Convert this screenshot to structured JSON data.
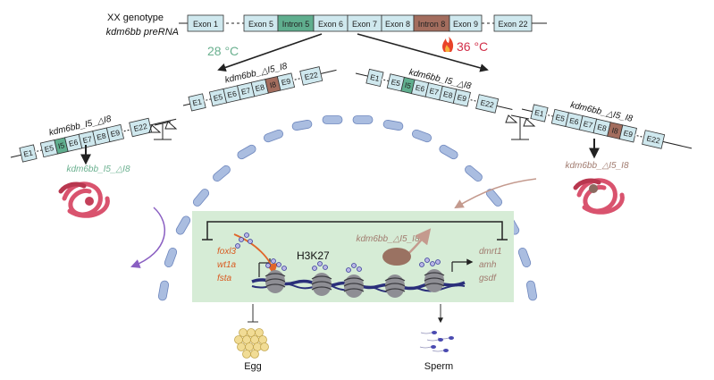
{
  "header": {
    "genotype_line1": "XX genotype",
    "genotype_line2": "kdm6bb preRNA",
    "exons": [
      "Exon 1",
      "Exon 5",
      "Intron 5",
      "Exon 6",
      "Exon 7",
      "Exon 8",
      "Intron 8",
      "Exon 9",
      "Exon 22"
    ]
  },
  "temps": {
    "low": "28 °C",
    "high": "36 °C"
  },
  "isoforms": {
    "left_upper_label": "kdm6bb_△I5_I8",
    "left_upper_exons": [
      "E1",
      "E5",
      "E6",
      "E7",
      "E8",
      "I8",
      "E9",
      "E22"
    ],
    "left_lower_label": "kdm6bb_I5_△I8",
    "left_lower_exons": [
      "E1",
      "E5",
      "I5",
      "E6",
      "E7",
      "E8",
      "E9",
      "E22"
    ],
    "right_upper_label": "kdm6bb_I5_△I8",
    "right_upper_exons": [
      "E1",
      "E5",
      "I5",
      "E6",
      "E7",
      "E8",
      "E9",
      "E22"
    ],
    "right_lower_label": "kdm6bb_△I5_I8",
    "right_lower_exons": [
      "E1",
      "E5",
      "E6",
      "E7",
      "E8",
      "I8",
      "E9",
      "E22"
    ]
  },
  "proteins": {
    "left": "kdm6bb_I5_△I8",
    "right": "kdm6bb_△I5_I8",
    "center": "kdm6bb_△I5_I8"
  },
  "nucleus": {
    "mark": "H3K27",
    "female_genes": [
      "foxl3",
      "wt1a",
      "fsta"
    ],
    "male_genes": [
      "dmrt1",
      "amh",
      "gsdf"
    ]
  },
  "outcomes": {
    "egg": "Egg",
    "sperm": "Sperm"
  },
  "colors": {
    "exon": "#cfe8ee",
    "intron5": "#5fae8e",
    "intron8": "#a36d5e",
    "temp_low": "#6ab08f",
    "temp_high": "#d2304a",
    "nucleus_bg": "#d6ecd6",
    "female_gene": "#d95a20",
    "male_gene": "#a07a6e",
    "protein": "#d9536e",
    "membrane": "#aabde0",
    "dna": "#2a2f7a"
  }
}
